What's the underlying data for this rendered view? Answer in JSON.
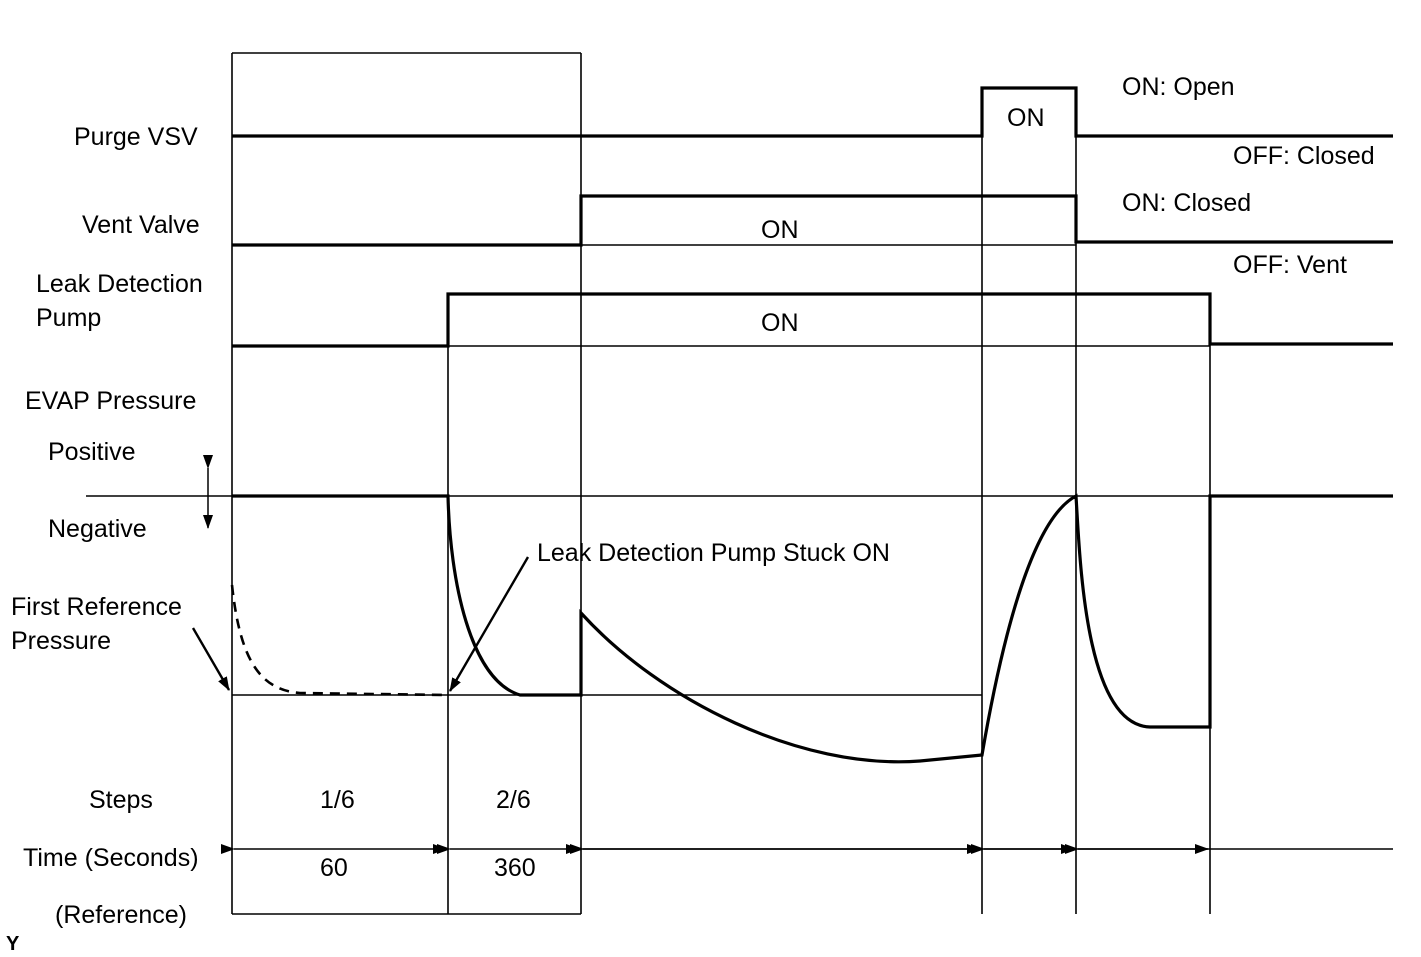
{
  "signals": {
    "purge_vsv": "Purge VSV",
    "vent_valve": "Vent Valve",
    "leak_pump_line1": "Leak Detection",
    "leak_pump_line2": "Pump",
    "evap_pressure": "EVAP Pressure",
    "positive": "Positive",
    "negative": "Negative",
    "first_ref_line1": "First Reference",
    "first_ref_line2": "Pressure"
  },
  "states": {
    "purge_on": "ON",
    "vent_on": "ON",
    "pump_on": "ON",
    "purge_on_desc": "ON: Open",
    "purge_off_desc": "OFF: Closed",
    "vent_on_desc": "ON: Closed",
    "vent_off_desc": "OFF: Vent"
  },
  "annotations": {
    "stuck_on": "Leak Detection Pump Stuck ON"
  },
  "table": {
    "steps_label": "Steps",
    "time_label": "Time (Seconds)",
    "reference_label": "(Reference)",
    "steps": [
      "1/6",
      "2/6"
    ],
    "times": [
      "60",
      "360"
    ]
  },
  "figure_code": "Y"
}
